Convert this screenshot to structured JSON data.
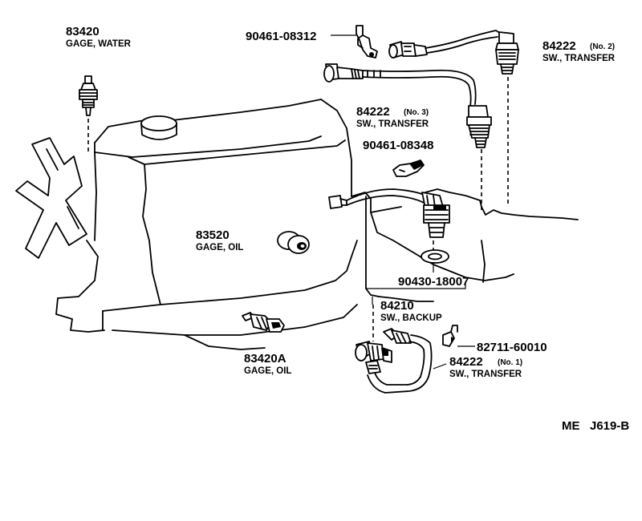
{
  "parts": [
    {
      "id": "gage-water",
      "number": "83420",
      "name": "GAGE, WATER"
    },
    {
      "id": "clamp-08312",
      "number": "90461-08312"
    },
    {
      "id": "transfer-sw-no2",
      "number": "84222",
      "variant": "(No. 2)",
      "name": "SW., TRANSFER"
    },
    {
      "id": "transfer-sw-no3",
      "number": "84222",
      "variant": "(No. 3)",
      "name": "SW., TRANSFER"
    },
    {
      "id": "clamp-08348",
      "number": "90461-08348"
    },
    {
      "id": "gage-oil",
      "number": "83520",
      "name": "GAGE, OIL"
    },
    {
      "id": "gasket",
      "number": "90430-18007"
    },
    {
      "id": "backup-sw",
      "number": "84210",
      "name": "SW., BACKUP"
    },
    {
      "id": "clip",
      "number": "82711-60010"
    },
    {
      "id": "transfer-sw-no1",
      "number": "84222",
      "variant": "(No. 1)",
      "name": "SW., TRANSFER"
    },
    {
      "id": "gage-oil-a",
      "number": "83420A",
      "name": "GAGE, OIL"
    }
  ],
  "figure_code": "ME   J619-B"
}
